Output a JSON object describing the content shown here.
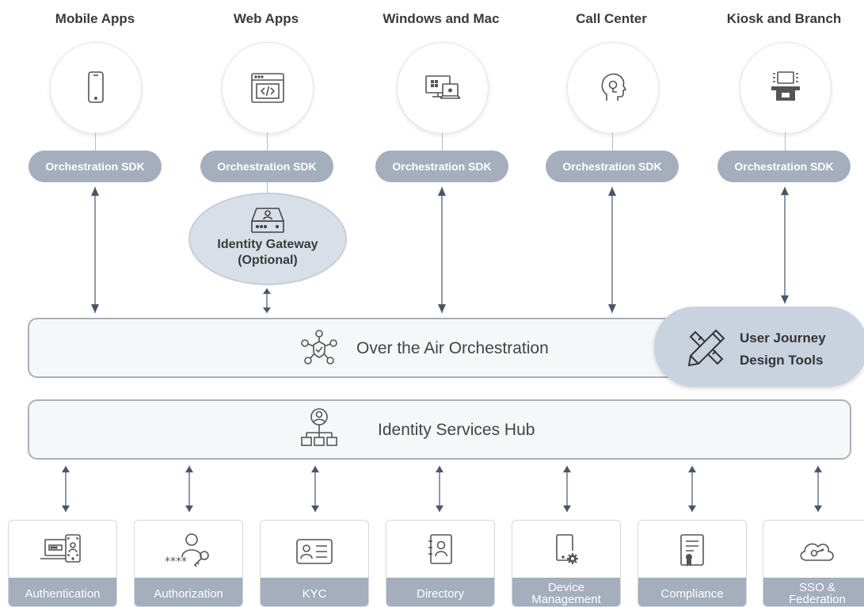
{
  "channels": [
    {
      "title": "Mobile Apps",
      "icon": "mobile-phone-icon"
    },
    {
      "title": "Web Apps",
      "icon": "web-code-icon"
    },
    {
      "title": "Windows and Mac",
      "icon": "desktop-laptop-icon"
    },
    {
      "title": "Call Center",
      "icon": "headset-agent-icon"
    },
    {
      "title": "Kiosk and Branch",
      "icon": "kiosk-icon"
    }
  ],
  "sdk_label": "Orchestration SDK",
  "gateway": {
    "line1": "Identity Gateway",
    "line2": "(Optional)",
    "icon": "gateway-server-icon"
  },
  "orchestration": {
    "label": "Over the Air Orchestration",
    "icon": "network-nodes-icon"
  },
  "design_tools": {
    "line1": "User Journey",
    "line2": "Design Tools",
    "icon": "pencil-ruler-icon"
  },
  "hub": {
    "label": "Identity Services Hub",
    "icon": "org-hierarchy-icon"
  },
  "services": [
    {
      "line1": "Authentication",
      "line2": "",
      "icon": "biometric-auth-icon"
    },
    {
      "line1": "Authorization",
      "line2": "",
      "icon": "user-key-icon"
    },
    {
      "line1": "KYC",
      "line2": "",
      "icon": "id-card-icon"
    },
    {
      "line1": "Directory",
      "line2": "",
      "icon": "address-book-icon"
    },
    {
      "line1": "Device",
      "line2": "Management",
      "icon": "device-gear-icon"
    },
    {
      "line1": "Compliance",
      "line2": "",
      "icon": "certificate-icon"
    },
    {
      "line1": "SSO &",
      "line2": "Federation",
      "icon": "cloud-key-icon"
    }
  ],
  "colors": {
    "pill": "#a4aebd",
    "band_border": "#a8b0bc",
    "gateway": "#d9dfe8",
    "design_tools": "#c9d2df",
    "arrow": "#4a5568"
  }
}
